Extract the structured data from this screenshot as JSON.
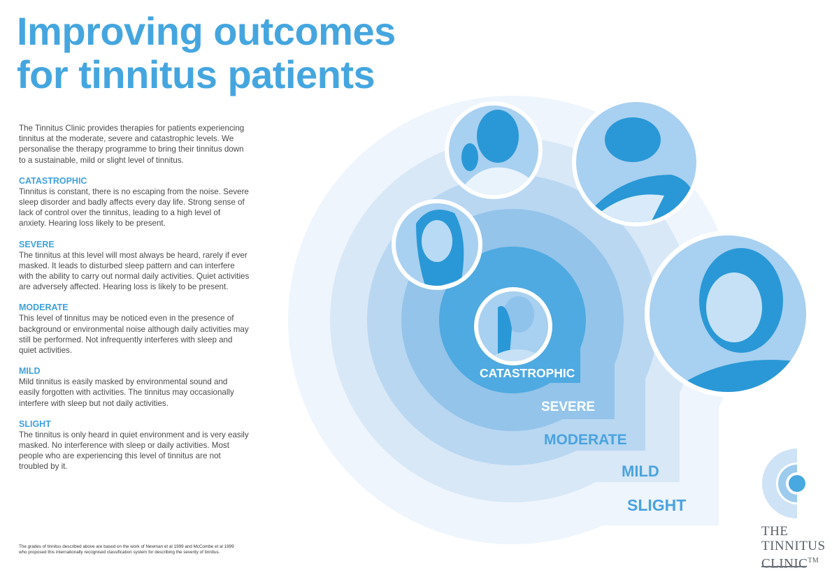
{
  "title": {
    "line1": "Improving outcomes",
    "line2": "for tinnitus patients"
  },
  "intro": "The Tinnitus Clinic provides therapies for patients experiencing tinnitus at the moderate, severe and catastrophic levels. We personalise the therapy programme to bring their tinnitus down to a sustainable, mild or slight level of tinnitus.",
  "levels": [
    {
      "name": "CATASTROPHIC",
      "description": "Tinnitus is constant, there is no escaping from the noise. Severe sleep disorder and badly affects every day life. Strong sense of lack of control over the tinnitus, leading to a high level of anxiety. Hearing loss likely to be present."
    },
    {
      "name": "SEVERE",
      "description": "The tinnitus at this level will most always be heard, rarely if ever masked.  It leads to disturbed sleep pattern and can interfere with the ability to carry out normal daily activities. Quiet activities are adversely affected. Hearing loss is likely to be present."
    },
    {
      "name": "MODERATE",
      "description": "This level of tinnitus may be noticed even in the presence of background or environmental noise although daily activities may still be performed. Not infrequently interferes with sleep and quiet activities."
    },
    {
      "name": "MILD",
      "description": "Mild tinnitus is easily masked by environmental sound and easily forgotten with activities. The tinnitus may occasionally interfere with sleep but not daily activities."
    },
    {
      "name": "SLIGHT",
      "description": "The tinnitus is only heard in quiet environment and is very easily masked. No interference with sleep or daily activities. Most people who are experiencing this level of tinnitus are not  troubled by it."
    }
  ],
  "footnote": "The grades of tinnitus described above are based on the work of Newman et al 1999 and McCombe et al 1999 who proposed this internationally recognised classification system for describing the severity of tinnitus.",
  "logo": {
    "line1": "THE",
    "line2": "TINNITUS",
    "line3": "CLINIC",
    "tm": "TM"
  },
  "colors": {
    "title": "#45a6df",
    "slight": "#eef5fc",
    "mild": "#d8e8f7",
    "moderate": "#b9d7f1",
    "severe": "#94c4ea",
    "catastrophic": "#4eaae0"
  }
}
